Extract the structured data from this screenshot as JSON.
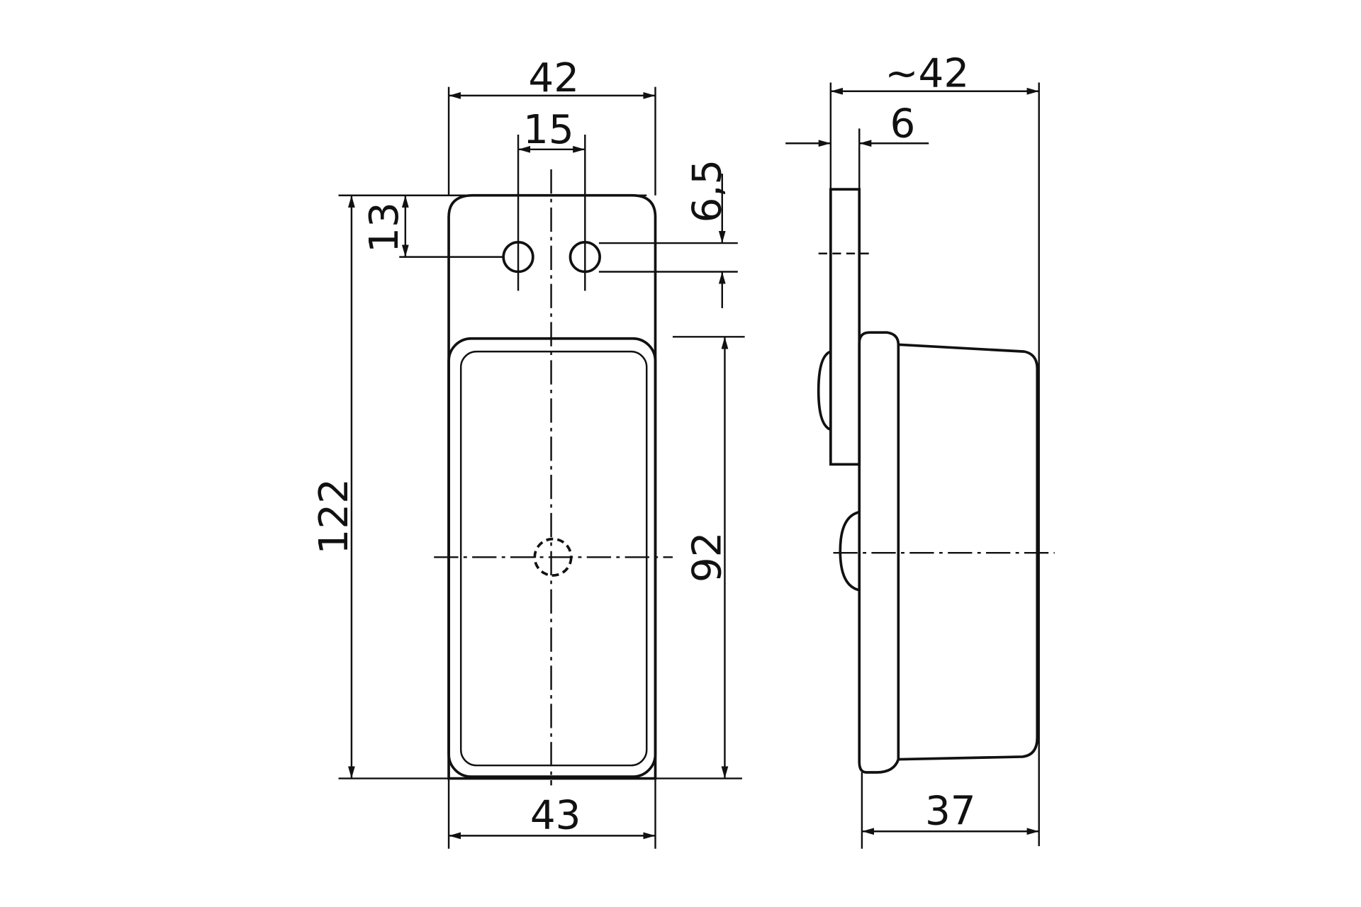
{
  "drawing": {
    "front_view": {
      "width_top": "42",
      "hole_spacing": "15",
      "hole_offset": "13",
      "total_height": "122",
      "hole_diameter": "6,5",
      "lens_height": "92",
      "width_bottom": "43"
    },
    "side_view": {
      "depth_total": "~42",
      "plate_thickness": "6",
      "body_depth": "37"
    }
  }
}
